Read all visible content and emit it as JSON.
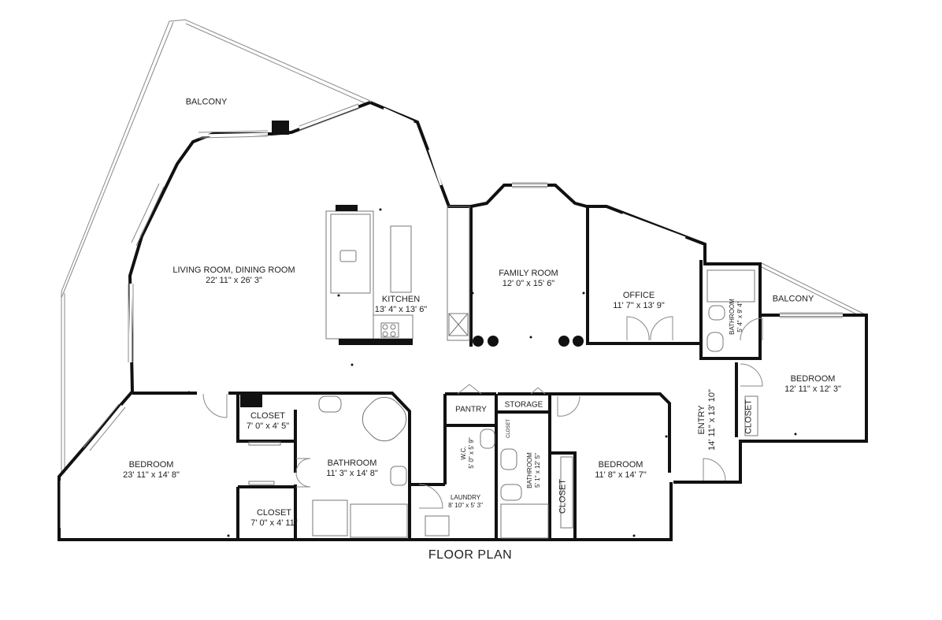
{
  "title": "FLOOR PLAN",
  "rooms": {
    "balcony_main": {
      "name": "BALCONY",
      "dims": ""
    },
    "living": {
      "name": "LIVING ROOM, DINING ROOM",
      "dims": "22' 11\" x 26' 3\""
    },
    "kitchen": {
      "name": "KITCHEN",
      "dims": "13' 4\" x 13' 6\""
    },
    "family": {
      "name": "FAMILY ROOM",
      "dims": "12' 0\" x 15' 6\""
    },
    "office": {
      "name": "OFFICE",
      "dims": "11' 7\" x 13' 9\""
    },
    "bathroom_ne": {
      "name": "BATHROOM",
      "dims": "5' 4\" x 9' 4\""
    },
    "balcony_ne": {
      "name": "BALCONY",
      "dims": ""
    },
    "bedroom_ne": {
      "name": "BEDROOM",
      "dims": "12' 11\" x 12' 3\""
    },
    "closet_ne": {
      "name": "CLOSET",
      "dims": ""
    },
    "entry": {
      "name": "ENTRY",
      "dims": "14' 11\" x 13' 10\""
    },
    "bedroom_mid": {
      "name": "BEDROOM",
      "dims": "11' 8\" x 14' 7\""
    },
    "closet_mid": {
      "name": "CLOSET",
      "dims": ""
    },
    "storage": {
      "name": "STORAGE",
      "dims": ""
    },
    "pantry": {
      "name": "PANTRY",
      "dims": ""
    },
    "closet_small": {
      "name": "CLOSET",
      "dims": ""
    },
    "wc": {
      "name": "W.C.",
      "dims": "5' 0\" x 5' 9\""
    },
    "bathroom_mid": {
      "name": "BATHROOM",
      "dims": "5' 1\" x 12' 5\""
    },
    "laundry": {
      "name": "LAUNDRY",
      "dims": "8' 10\" x 5' 3\""
    },
    "bathroom_master": {
      "name": "BATHROOM",
      "dims": "11' 3\" x 14' 8\""
    },
    "closet_upper": {
      "name": "CLOSET",
      "dims": "7' 0\" x 4' 5\""
    },
    "closet_lower": {
      "name": "CLOSET",
      "dims": "7' 0\" x 4' 11\""
    },
    "bedroom_master": {
      "name": "BEDROOM",
      "dims": "23' 11\" x 14' 8\""
    }
  }
}
